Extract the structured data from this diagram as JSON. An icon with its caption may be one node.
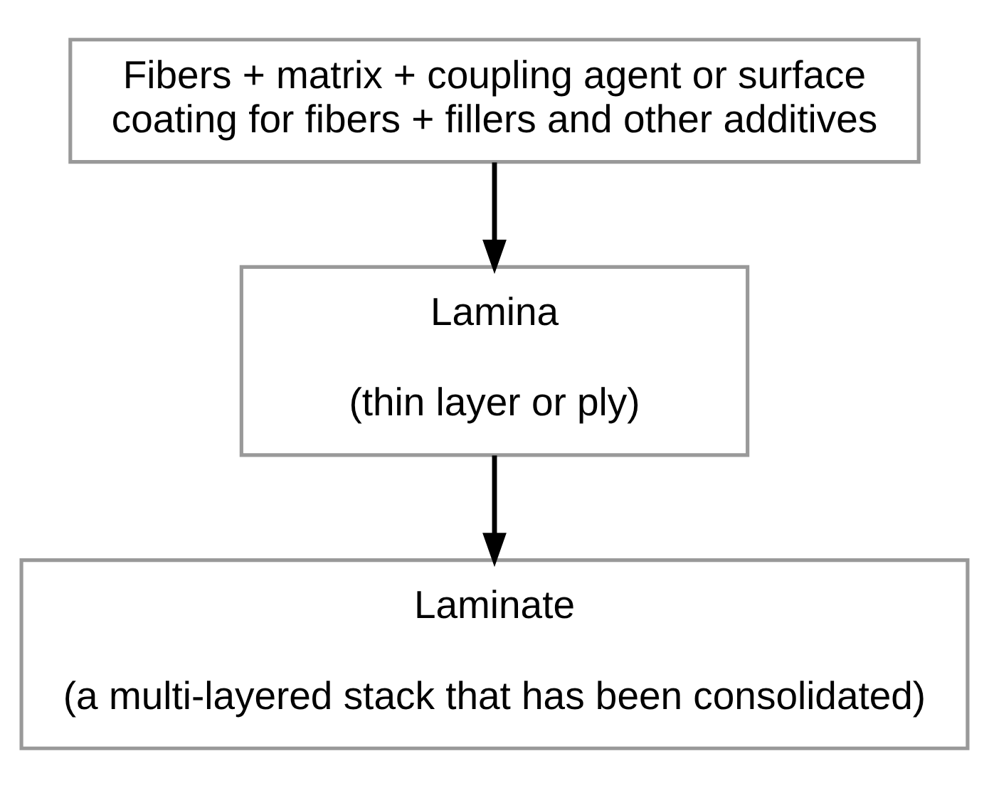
{
  "diagram": {
    "nodes": [
      {
        "text": [
          "Fibers + matrix + coupling agent or surface coating for fibers + fillers and other additives"
        ]
      },
      {
        "text": [
          "Lamina",
          "(thin layer or ply)"
        ]
      },
      {
        "text": [
          "Laminate",
          "(a multi-layered stack that has been consolidated)"
        ]
      }
    ],
    "edges": [
      {
        "from": 0,
        "to": 1,
        "arrow": "to"
      },
      {
        "from": 1,
        "to": 2,
        "arrow": "to"
      }
    ]
  }
}
